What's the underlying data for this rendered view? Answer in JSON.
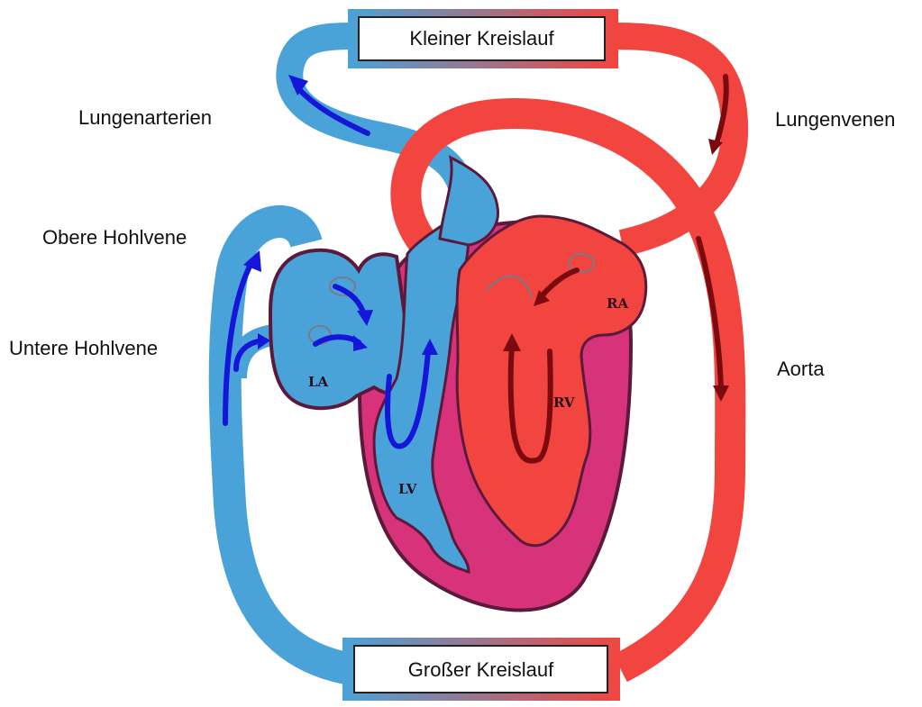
{
  "title_top": "Kleiner Kreislauf",
  "title_bottom": "Großer Kreislauf",
  "labels": {
    "pulmonary_arteries": "Lungenarterien",
    "pulmonary_veins": "Lungenvenen",
    "superior_vena_cava": "Obere Hohlvene",
    "inferior_vena_cava": "Untere Hohlvene",
    "aorta": "Aorta"
  },
  "chambers": {
    "la": "LA",
    "lv": "LV",
    "ra": "RA",
    "rv": "RV"
  },
  "colors": {
    "oxygen_poor": "#4aa3d8",
    "oxygen_rich": "#f2453f",
    "heart_muscle": "#d8337a",
    "arrow_blue": "#1616d8",
    "arrow_red": "#7a0a10",
    "outline": "#5b1a3c"
  }
}
